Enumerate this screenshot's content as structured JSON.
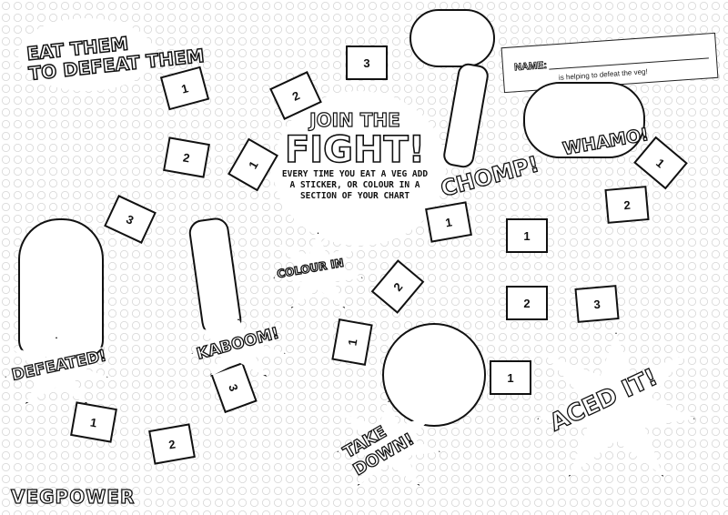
{
  "title": {
    "line1": "EAT THEM",
    "line2": "TO DEFEAT THEM"
  },
  "name_box": {
    "label": "NAME:",
    "subtitle": "is helping to defeat the veg!"
  },
  "center": {
    "join": "JOIN THE",
    "fight": "FIGHT!",
    "instructions": "EVERY TIME YOU EAT A VEG ADD A STICKER, OR COLOUR IN A SECTION OF YOUR CHART"
  },
  "sound_effects": {
    "defeated": "DEFEATED!",
    "kaboom": "KABOOM!",
    "colour_in": "COLOUR IN",
    "chomp": "CHOMP!",
    "whamo": "WHAMO!",
    "take_down": "TAKE DOWN!",
    "aced_it": "ACED IT!"
  },
  "squares": [
    "1",
    "2",
    "3",
    "2",
    "1",
    "3",
    "1",
    "1",
    "2",
    "1",
    "2",
    "2",
    "3",
    "1",
    "1",
    "3",
    "1",
    "2"
  ],
  "logo": "VEGPOWER"
}
